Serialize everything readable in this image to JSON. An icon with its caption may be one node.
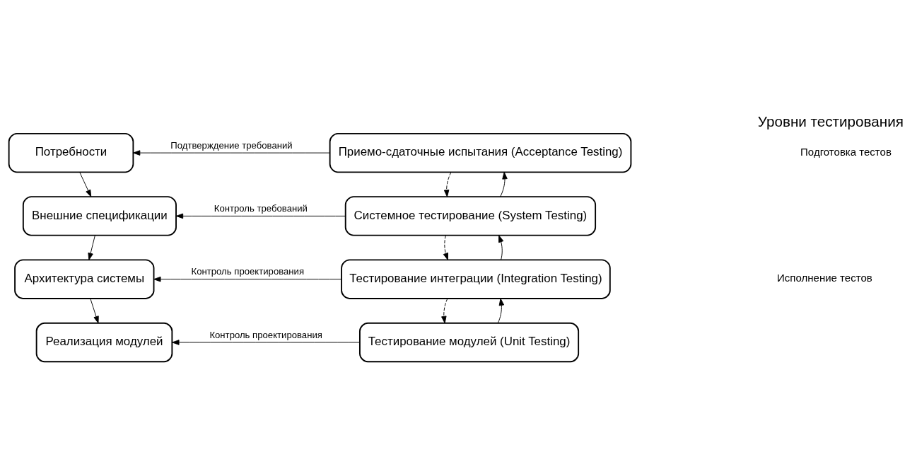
{
  "diagram": {
    "title": "Уровни тестирования",
    "nodes": [
      {
        "text": [
          "Потребности"
        ]
      },
      {
        "text": [
          "Внешние спецификации"
        ]
      },
      {
        "text": [
          "Архитектура системы"
        ]
      },
      {
        "text": [
          "Реализация модулей"
        ]
      },
      {
        "text": [
          "Приемо-сдаточные испытания (Acceptance Testing)"
        ]
      },
      {
        "text": [
          "Системное тестирование (System Testing)"
        ]
      },
      {
        "text": [
          "Тестирование интеграции (Integration Testing)"
        ]
      },
      {
        "text": [
          "Тестирование модулей (Unit Testing)"
        ]
      }
    ],
    "edges": [
      {
        "from": 0,
        "to": 1,
        "arrow": "to"
      },
      {
        "from": 1,
        "to": 2,
        "arrow": "to"
      },
      {
        "from": 2,
        "to": 3,
        "arrow": "to"
      },
      {
        "from": 7,
        "to": 6,
        "arrow": "to"
      },
      {
        "from": 6,
        "to": 5,
        "arrow": "to"
      },
      {
        "from": 5,
        "to": 4,
        "arrow": "to"
      },
      {
        "from": 4,
        "to": 0,
        "arrow": "to",
        "label": "Подтверждение требований"
      },
      {
        "from": 5,
        "to": 1,
        "arrow": "to",
        "label": "Контроль требований"
      },
      {
        "from": 6,
        "to": 2,
        "arrow": "to",
        "label": "Контроль проектирования"
      },
      {
        "from": 7,
        "to": 3,
        "arrow": "to",
        "label": "Контроль проектирования"
      },
      {
        "from": 4,
        "to": 5,
        "arrow": "to",
        "style": "dashed"
      },
      {
        "from": 5,
        "to": 6,
        "arrow": "to",
        "style": "dashed"
      },
      {
        "from": 6,
        "to": 7,
        "arrow": "to",
        "style": "dashed"
      }
    ],
    "labels": [
      "Подготовка тестов",
      "Исполнение тестов"
    ]
  }
}
